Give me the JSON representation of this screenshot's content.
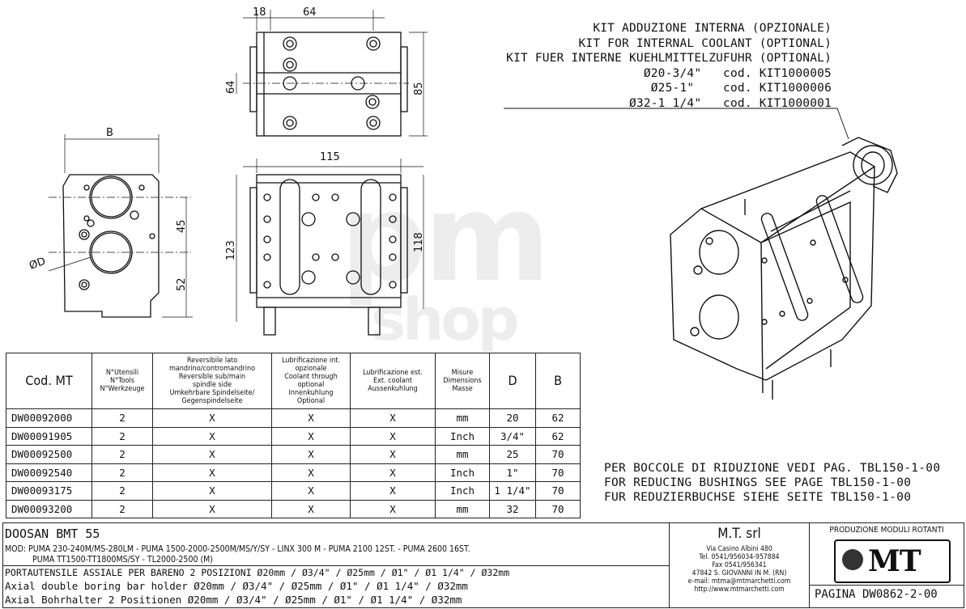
{
  "kit": {
    "lines": [
      "KIT ADDUZIONE INTERNA (OPZIONALE)",
      "KIT FOR INTERNAL COOLANT (OPTIONAL)",
      "KIT FUER INTERNE KUEHLMITTELZUFUHR (OPTIONAL)",
      "Ø20-3/4\"   cod. KIT1000005",
      "Ø25-1\"    cod. KIT1000006",
      "Ø32-1 1/4\"   cod. KIT1000001"
    ]
  },
  "dims": {
    "top_a": "18",
    "top_b": "64",
    "top_h": "64",
    "top_h2": "85",
    "front_w": "115",
    "front_h1": "123",
    "front_h2": "118",
    "side_b": "B",
    "side_45": "45",
    "side_52": "52",
    "side_d": "ØD"
  },
  "watermark": {
    "main": "pm",
    "sub": "shop"
  },
  "table": {
    "headers": {
      "code": "Cod. MT",
      "tools": "N°Utensili\nN°Tools\nN°Werkzeuge",
      "reversible": "Reversibile lato\nmandrino/contromandrino\nReversible sub/main\nspindle side\nUmkehrbare Spindelseite/\nGegenspindelseite",
      "internal": "Lubrificazione int.\nopzionale\nCoolant through\noptional\nInnenkuhlung\nOptional",
      "external": "Lubrificazione est.\nExt. coolant\nAussenkuhlung",
      "misure": "Misure\nDimensions\nMasse",
      "d": "D",
      "b": "B"
    },
    "rows": [
      {
        "code": "DW00092000",
        "tools": "2",
        "rev": "X",
        "int": "X",
        "ext": "X",
        "unit": "mm",
        "d": "20",
        "b": "62"
      },
      {
        "code": "DW00091905",
        "tools": "2",
        "rev": "X",
        "int": "X",
        "ext": "X",
        "unit": "Inch",
        "d": "3/4\"",
        "b": "62"
      },
      {
        "code": "DW00092500",
        "tools": "2",
        "rev": "X",
        "int": "X",
        "ext": "X",
        "unit": "mm",
        "d": "25",
        "b": "70"
      },
      {
        "code": "DW00092540",
        "tools": "2",
        "rev": "X",
        "int": "X",
        "ext": "X",
        "unit": "Inch",
        "d": "1\"",
        "b": "70"
      },
      {
        "code": "DW00093175",
        "tools": "2",
        "rev": "X",
        "int": "X",
        "ext": "X",
        "unit": "Inch",
        "d": "1 1/4\"",
        "b": "70"
      },
      {
        "code": "DW00093200",
        "tools": "2",
        "rev": "X",
        "int": "X",
        "ext": "X",
        "unit": "mm",
        "d": "32",
        "b": "70"
      }
    ]
  },
  "note": {
    "lines": [
      "PER BOCCOLE DI RIDUZIONE VEDI PAG. TBL150-1-00",
      "FOR REDUCING BUSHINGS SEE PAGE TBL150-1-00",
      "FUR REDUZIERBUCHSE SIEHE SEITE TBL150-1-00"
    ]
  },
  "titleblock": {
    "machine": "DOOSAN   BMT 55",
    "mod1": "MOD: PUMA 230-240M/MS-280LM - PUMA 1500-2000-2500M/MS/Y/SY - LINX 300 M - PUMA 2100 12ST. - PUMA 2600 16ST.",
    "mod2": "PUMA TT1500-TT1800MS/SY - TL2000-2500 (M)",
    "desc_it": "PORTAUTENSILE ASSIALE PER BARENO 2 POSIZIONI Ø20mm / Ø3/4\" / Ø25mm / Ø1\" / Ø1 1/4\" / Ø32mm",
    "desc_en": "Axial double boring bar holder Ø20mm / Ø3/4\" / Ø25mm / Ø1\" / Ø1 1/4\" / Ø32mm",
    "desc_de": "Axial Bohrhalter 2 Positionen Ø20mm / Ø3/4\" / Ø25mm / Ø1\" / Ø1 1/4\" / Ø32mm",
    "company": "M.T. srl",
    "address": [
      "Via Casino Albini 480",
      "Tel. 0541/956034-957884",
      "Fax 0541/956341",
      "47842 S. GIOVANNI IN M. (RN)",
      "e-mail: mtma@mtmarchetti.com",
      "http://www.mtmarchetti.com"
    ],
    "production": "PRODUZIONE MODULI ROTANTI",
    "logo": "MT",
    "page": "PAGINA DW0862-2-00"
  }
}
